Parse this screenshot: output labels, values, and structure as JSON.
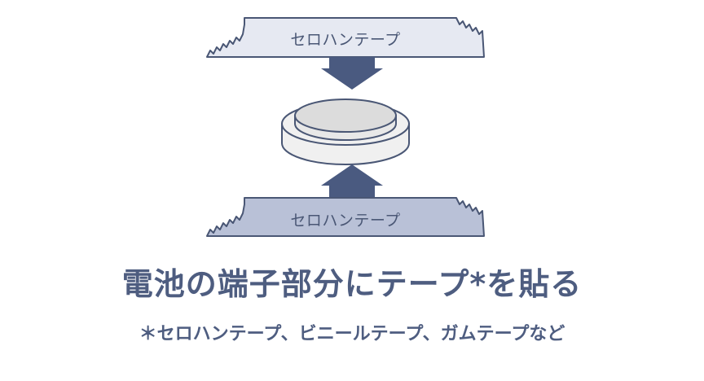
{
  "diagram": {
    "top_tape_label": "セロハンテープ",
    "bottom_tape_label": "セロハンテープ",
    "heading": "電池の端子部分にテープ*を貼る",
    "note": "＊セロハンテープ、ビニールテープ、ガムテープなど"
  },
  "colors": {
    "top_tape_fill": "#e6e9f2",
    "bottom_tape_fill": "#b9c1d7",
    "outline": "#4a5775",
    "arrow": "#4a5a80",
    "battery_face": "#dcdcdc",
    "battery_side": "#f0f0f0",
    "text": "#4e5d80"
  },
  "icons": [
    "adhesive-tape-icon",
    "down-arrow-icon",
    "coin-battery-icon",
    "up-arrow-icon"
  ]
}
